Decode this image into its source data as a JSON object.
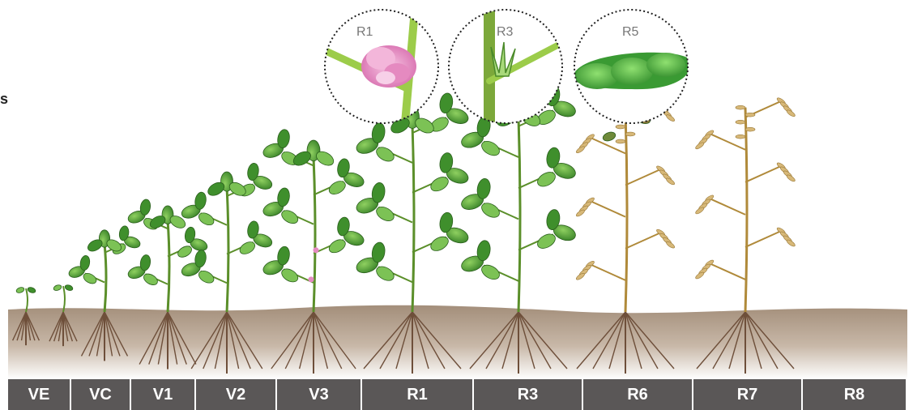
{
  "edge_glyph": "s",
  "stages": [
    {
      "label": "VE",
      "icon": "emergence-seedling-icon",
      "height": 0.1
    },
    {
      "label": "VC",
      "icon": "cotyledon-seedling-icon",
      "height": 0.11
    },
    {
      "label": "V1",
      "icon": "first-trifoliate-plant-icon",
      "height": 0.29
    },
    {
      "label": "V2",
      "icon": "second-trifoliate-plant-icon",
      "height": 0.39
    },
    {
      "label": "V3",
      "icon": "third-trifoliate-plant-icon",
      "height": 0.53
    },
    {
      "label": "R1",
      "icon": "beginning-bloom-plant-icon",
      "height": 0.66
    },
    {
      "label": "R3",
      "icon": "beginning-pod-plant-icon",
      "height": 0.8
    },
    {
      "label": "R6",
      "icon": "full-seed-plant-icon",
      "height": 0.83
    },
    {
      "label": "R7",
      "icon": "beginning-maturity-plant-icon",
      "height": 0.85
    },
    {
      "label": "R8",
      "icon": "full-maturity-plant-icon",
      "height": 0.87
    }
  ],
  "insets": [
    {
      "label": "R1",
      "icon": "flower-closeup-icon"
    },
    {
      "label": "R3",
      "icon": "pod-start-closeup-icon"
    },
    {
      "label": "R5",
      "icon": "seed-pod-closeup-icon"
    }
  ],
  "colors": {
    "stage_bar": "#5a5757",
    "soil_top": "#a38e7a",
    "soil_bottom": "#ffffff",
    "leaf_green": "#3f8f2c",
    "leaf_light": "#7cc255",
    "stem_green": "#5b8f2a",
    "root_brown": "#6e4f3a",
    "mature_stem": "#b08a3a",
    "pod_tan": "#d7b878",
    "flower_pink": "#e58ac0"
  }
}
